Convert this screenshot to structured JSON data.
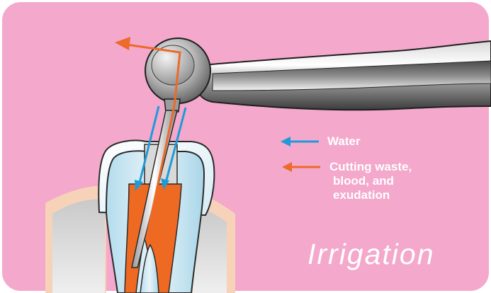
{
  "title": "Irrigation",
  "legend": {
    "water": "Water",
    "waste_lines": [
      "Cutting waste,",
      "blood, and",
      "exudation"
    ]
  },
  "colors": {
    "background": "#f3a8cc",
    "water_arrow": "#1f9ad8",
    "waste_arrow": "#ec6a2a",
    "canal_fill": "#ee6a22",
    "label_text": "#ffffff"
  },
  "icons": [
    "handpiece",
    "file",
    "tooth",
    "gum",
    "water-arrow",
    "waste-arrow"
  ]
}
